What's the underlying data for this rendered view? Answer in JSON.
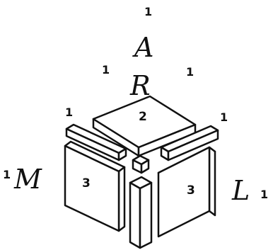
{
  "labels": {
    "top_letter_1": "A",
    "top_letter_2": "R",
    "left_letter": "M",
    "right_letter": "L",
    "ones": [
      "1",
      "1",
      "1",
      "1",
      "1",
      "1",
      "1"
    ],
    "top_plate": "2",
    "left_plate": "3",
    "right_plate": "3"
  },
  "colors": {
    "ink": "#111111",
    "paper": "#ffffff"
  }
}
